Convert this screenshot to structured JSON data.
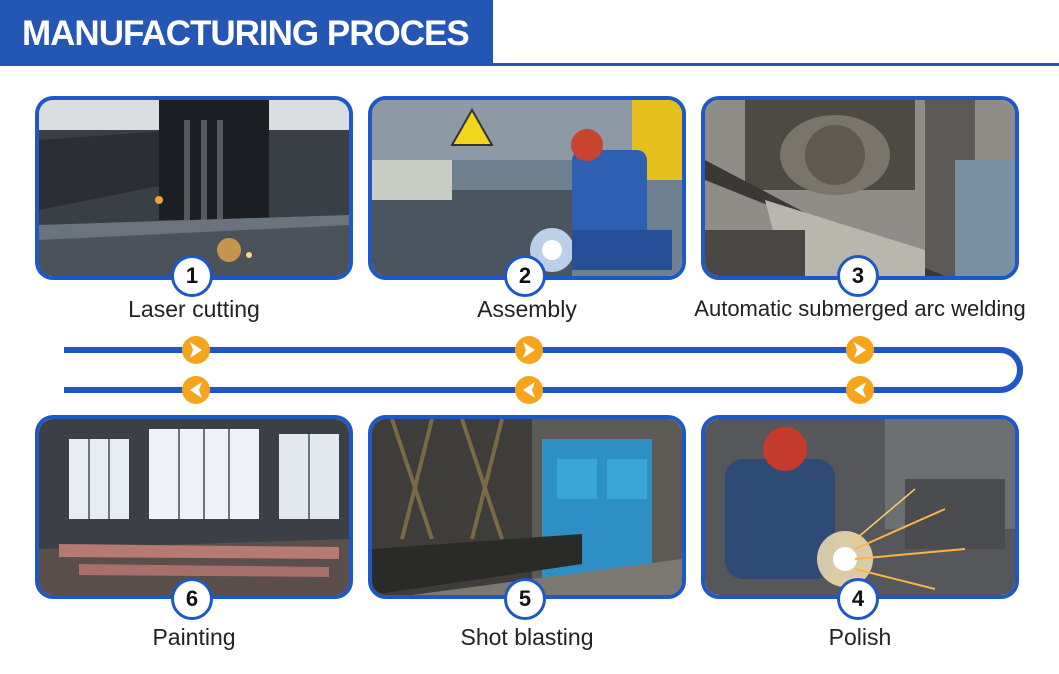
{
  "header": {
    "title": "MANUFACTURING PROCES",
    "accent": "#2456b4"
  },
  "steps": [
    {
      "number": "1",
      "label": "Laser cutting"
    },
    {
      "number": "2",
      "label": "Assembly"
    },
    {
      "number": "3",
      "label": "Automatic submerged arc welding"
    },
    {
      "number": "4",
      "label": "Polish"
    },
    {
      "number": "5",
      "label": "Shot blasting"
    },
    {
      "number": "6",
      "label": "Painting"
    }
  ],
  "colors": {
    "frame": "#1e58c8",
    "flow_line": "#1e58c8",
    "arrow": "#f5a41c"
  },
  "icons": {
    "forward": "chevron-right-icon",
    "back": "chevron-left-icon"
  }
}
